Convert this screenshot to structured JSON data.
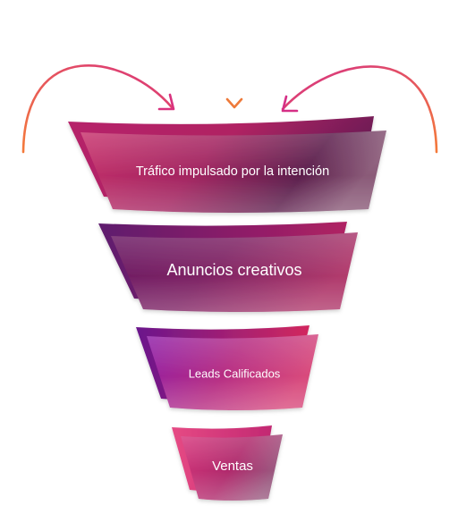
{
  "funnel": {
    "stages": [
      {
        "label": "Tráfico impulsado por la intención"
      },
      {
        "label": "Anuncios creativos"
      },
      {
        "label": "Leads Calificados"
      },
      {
        "label": "Ventas"
      }
    ]
  },
  "colors": {
    "arrow_left_start": "#F47A3A",
    "arrow_left_end": "#D9327E",
    "arrow_center_start": "#F0A35C",
    "arrow_center_end": "#EE7A3A",
    "arrow_right_start": "#D52F86",
    "arrow_right_end": "#F47A3A",
    "magenta": "#C4246E",
    "plum": "#5A1D4E",
    "purple": "#6E1A8C",
    "hot_pink": "#E0407A"
  }
}
